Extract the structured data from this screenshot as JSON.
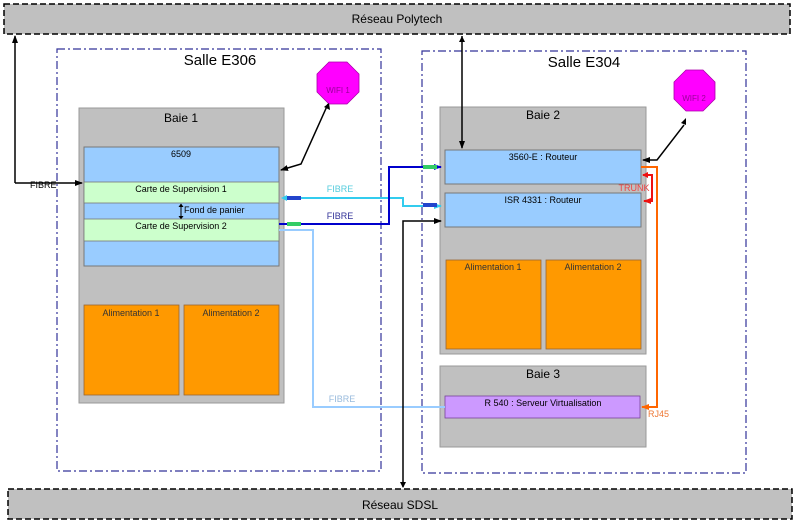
{
  "networks": {
    "top": {
      "label": "Réseau Polytech"
    },
    "bottom": {
      "label": "Réseau SDSL"
    }
  },
  "rooms": {
    "e306": {
      "label": "Salle E306",
      "wifi": "WIFI 1",
      "rack": {
        "label": "Baie 1",
        "chassis": "6509",
        "sup1": "Carte de Supervision 1",
        "backplane": "Fond de panier",
        "sup2": "Carte de Supervision 2",
        "psu1": "Alimentation 1",
        "psu2": "Alimentation 2"
      }
    },
    "e304": {
      "label": "Salle E304",
      "wifi": "WIFI 2",
      "rack2": {
        "label": "Baie 2",
        "router1": "3560-E : Routeur",
        "router2": "ISR 4331 : Routeur",
        "psu1": "Alimentation 1",
        "psu2": "Alimentation 2"
      },
      "rack3": {
        "label": "Baie 3",
        "server": "R 540 : Serveur Virtualisation"
      }
    }
  },
  "links": {
    "fibre_uplink": "FIBRE",
    "fibre_cyan": "FIBRE",
    "fibre_blue": "FIBRE",
    "fibre_light": "FIBRE",
    "trunk": "TRUNK",
    "rj45": "RJ45"
  },
  "colors": {
    "network_fill": "#c0c0c0",
    "rack_fill": "#c0c0c0",
    "chassis_fill": "#99ccff",
    "card_fill": "#ccffcc",
    "psu_fill": "#ff9900",
    "wifi_fill": "#ff00ff",
    "server_fill": "#cc99ff",
    "room_border": "#333399",
    "link_black": "#000000",
    "link_cyan": "#33ccee",
    "link_blue": "#0000cc",
    "link_light": "#99ccff",
    "link_trunk": "#ee1111",
    "link_rj45": "#ff6600",
    "connector_green": "#33cc66"
  }
}
